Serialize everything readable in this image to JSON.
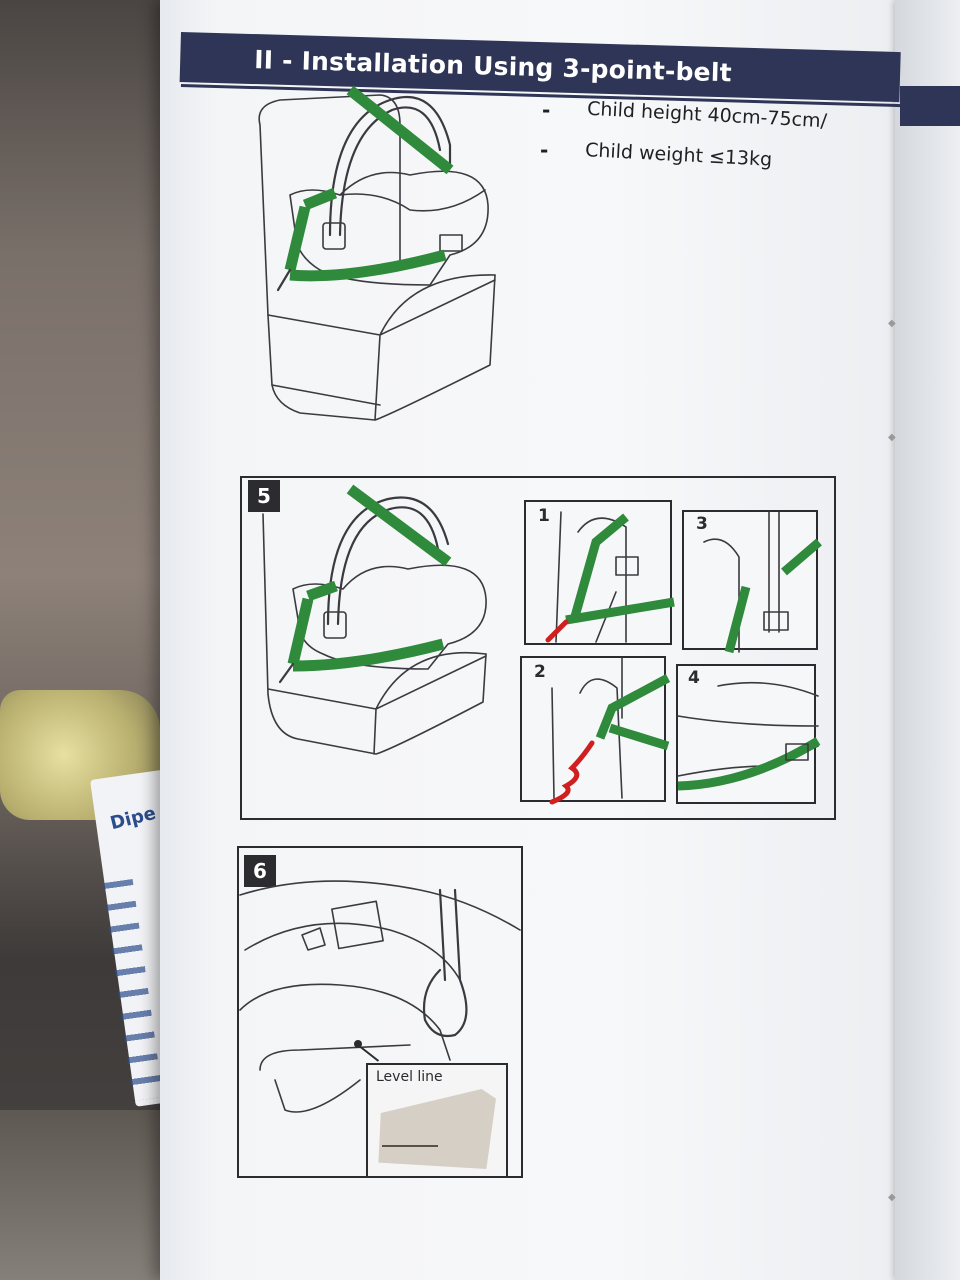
{
  "header": {
    "section_title": "II  - Installation Using 3-point-belt"
  },
  "requirements": [
    {
      "bullet": "-",
      "text": "Child height 40cm-75cm/"
    },
    {
      "bullet": "-",
      "text": "Child weight ≤13kg"
    }
  ],
  "steps": {
    "step5": {
      "number": "5",
      "substeps": [
        "1",
        "2",
        "3",
        "4"
      ]
    },
    "step6": {
      "number": "6",
      "level_label": "Level line"
    }
  },
  "background": {
    "box_text": "Dipe"
  },
  "colors": {
    "header_band": "#2f3556",
    "belt": "#2f8a3b",
    "arrow": "#d01f1f"
  }
}
